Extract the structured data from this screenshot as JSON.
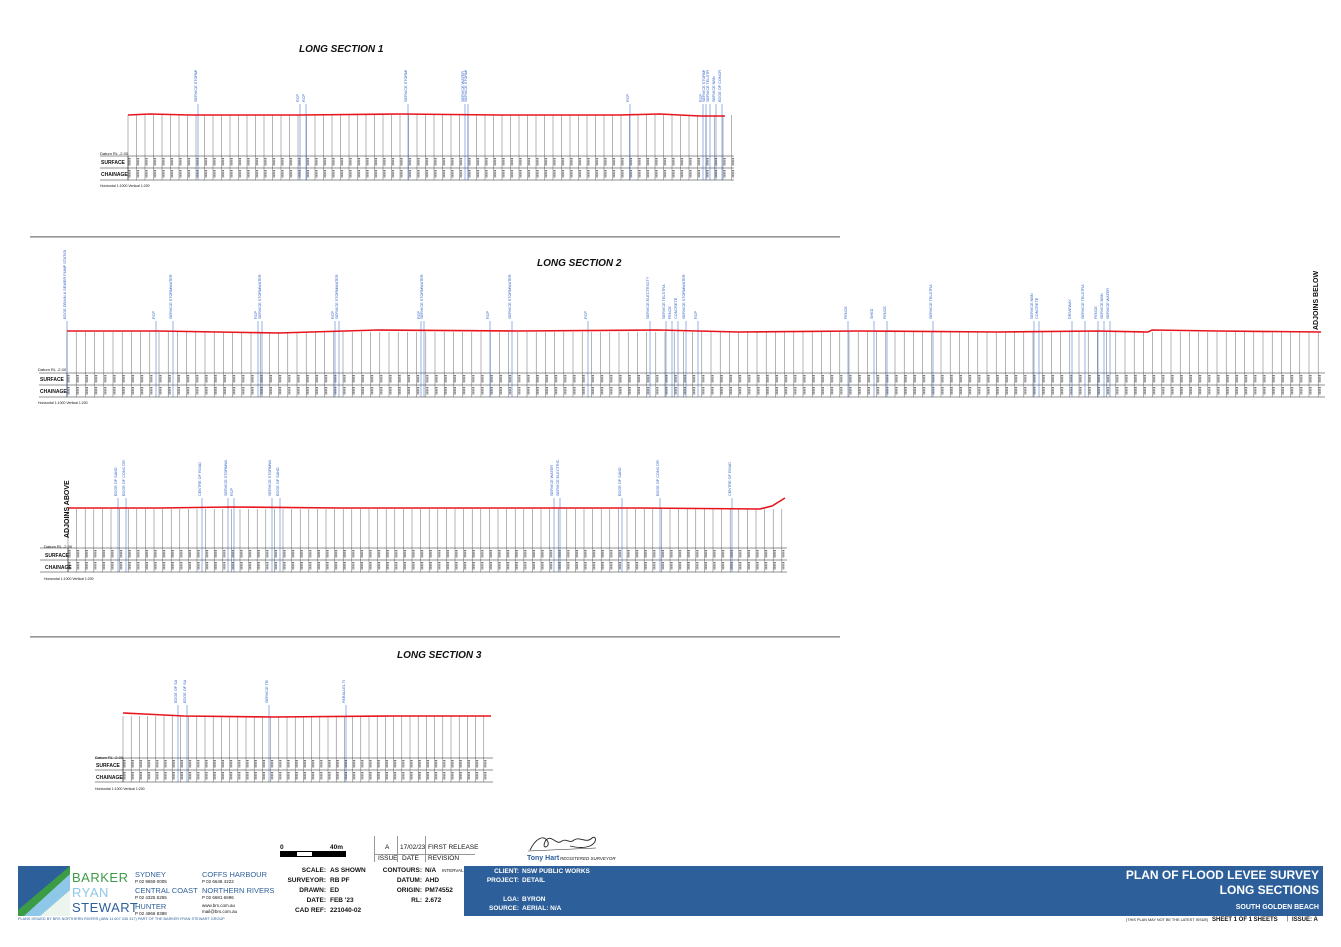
{
  "sections": [
    {
      "id": "ls1",
      "title": "LONG SECTION 1",
      "surface_label": "SURFACE",
      "chainage_label": "CHAINAGE",
      "datum": "Datum RL -2.00",
      "scale_note": "Horizontal 1:1000 Vertical 1:200"
    },
    {
      "id": "ls2",
      "title": "LONG SECTION 2",
      "surface_label": "SURFACE",
      "chainage_label": "CHAINAGE",
      "datum": "Datum RL -2.00",
      "scale_note": "Horizontal 1:1000 Vertical 1:200"
    },
    {
      "id": "ls2b",
      "title": "",
      "surface_label": "SURFACE",
      "chainage_label": "CHAINAGE",
      "datum": "Datum RL -2.00",
      "scale_note": "Horizontal 1:1000 Vertical 1:200"
    },
    {
      "id": "ls3",
      "title": "LONG SECTION 3",
      "surface_label": "SURFACE",
      "chainage_label": "CHAINAGE",
      "datum": "Datum RL -2.00",
      "scale_note": "Horizontal 1:1000 Vertical 1:200"
    }
  ],
  "match_labels": {
    "below": "ADJOINS BELOW",
    "above": "ADJOINS ABOVE"
  },
  "section_annotations": {
    "ls1": [
      "SERVICE STORMWATER",
      "RCP",
      "RCP",
      "SERVICE STORMWATER",
      "SERVICE WATER MAIN",
      "SERVICE STORMWATER",
      "RCP",
      "RCP",
      "SERVICE STORMWATER",
      "SERVICE TELSTRA",
      "SERVICE NBN",
      "EDGE OF CONCRETE"
    ],
    "ls2": [
      "EDGE DRAIN & SEWER PUMP STATION",
      "RCP",
      "SERVICE STORMWATER",
      "RCP",
      "SERVICE STORMWATER",
      "RCP",
      "SERVICE STORMWATER",
      "RCP",
      "SERVICE STORMWATER",
      "RCP",
      "SERVICE STORMWATER",
      "RCP",
      "SERVICE ELECTRICITY",
      "SERVICE TELSTRA",
      "FENCE",
      "CONCRETE",
      "SERVICE STORMWATER",
      "RCP",
      "FENCE",
      "SHED",
      "FENCE",
      "SERVICE TELSTRA",
      "SERVICE NBN",
      "CONCRETE",
      "DRIVEWAY",
      "SERVICE TELSTRA",
      "FENCE",
      "SERVICE NBN",
      "SERVICE WATER"
    ],
    "ls2b": [
      "EDGE OF SAND",
      "EDGE OF CONC DRIVEWAY",
      "CENTRE OF ROAD",
      "SERVICE STORMWATER",
      "RCP",
      "SERVICE STORMWATER",
      "EDGE OF SAND",
      "SERVICE WATER",
      "SERVICE ELECTRICITY"
    ],
    "ls3": [
      "EDGE OF SAND",
      "EDGE OF SAND",
      "SERVICE TELSTRA",
      "PARALLEL TO EDGE OF BITUMEN"
    ]
  },
  "scale_bar": {
    "start": "0",
    "end": "40m"
  },
  "issue": {
    "issue_label": "ISSUE",
    "date_label": "DATE",
    "revision_label": "REVISION",
    "issue": "A",
    "date": "17/02/23",
    "revision": "FIRST RELEASE"
  },
  "surveyor": {
    "name": "Tony Hart",
    "role": "REGISTERED SURVEYOR"
  },
  "company": {
    "name_1": "BARKER",
    "name_2": "RYAN",
    "name_3": "STEWART",
    "offices": [
      {
        "city": "SYDNEY",
        "phone": "P 02 9659 0005"
      },
      {
        "city": "CENTRAL COAST",
        "phone": "P 02 4325 5255"
      },
      {
        "city": "HUNTER",
        "phone": "P 02 4966 8388"
      },
      {
        "city": "COFFS HARBOUR",
        "phone": "P 02 6648 4222"
      },
      {
        "city": "NORTHERN RIVERS",
        "phone": "P 02 6681 6696"
      }
    ],
    "web": "www.brs.com.au",
    "email": "mail@brs.com.au",
    "footer": "PLANS ISSUED BY BRS NORTHERN RIVERS (ABN 11 607 245 317) PART OF THE BARKER RYAN STEWART GROUP"
  },
  "details_left": [
    {
      "key": "SCALE:",
      "value": "AS SHOWN"
    },
    {
      "key": "SURVEYOR:",
      "value": "RB PF"
    },
    {
      "key": "DRAWN:",
      "value": "ED"
    },
    {
      "key": "DATE:",
      "value": "FEB '23"
    },
    {
      "key": "CAD REF:",
      "value": "221040-02"
    }
  ],
  "details_mid": [
    {
      "key": "CONTOURS:",
      "value": "N/A",
      "extra": "INTERVAL"
    },
    {
      "key": "DATUM:",
      "value": "AHD",
      "extra": ""
    },
    {
      "key": "ORIGIN:",
      "value": "PM74552",
      "extra": ""
    },
    {
      "key": "RL:",
      "value": "2.672",
      "extra": ""
    }
  ],
  "details_client": [
    {
      "key": "CLIENT:",
      "value": "NSW PUBLIC WORKS"
    },
    {
      "key": "PROJECT:",
      "value": "DETAIL"
    },
    {
      "key": "",
      "value": ""
    },
    {
      "key": "LGA:",
      "value": "BYRON"
    },
    {
      "key": "SOURCE:",
      "value": "AERIAL: N/A"
    }
  ],
  "plan": {
    "title_1": "PLAN OF FLOOD LEVEE SURVEY",
    "title_2": "LONG SECTIONS",
    "location": "SOUTH GOLDEN BEACH",
    "disclaimer": "(THIS PLAN MAY NOT BE THE LATEST ISSUE)",
    "sheet": "SHEET 1 OF 1 SHEETS",
    "issue": "ISSUE: A"
  },
  "colors": {
    "profile": "#e8141c",
    "annotation": "#2e62c9",
    "brand_blue": "#2d5f9a",
    "brand_green": "#3c9c46",
    "brand_light": "#8fc7e8"
  }
}
